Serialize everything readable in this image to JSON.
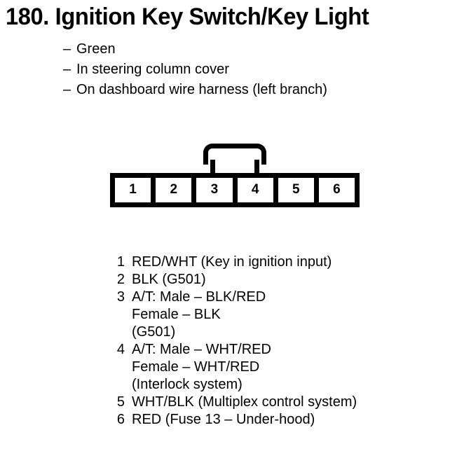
{
  "title": "180.  Ignition Key Switch/Key Light",
  "notes": {
    "dash": "–",
    "lines": [
      "Green",
      "In steering column cover",
      "On dashboard wire harness (left branch)"
    ]
  },
  "connector": {
    "cavities": [
      "1",
      "2",
      "3",
      "4",
      "5",
      "6"
    ]
  },
  "legend": [
    {
      "num": "1",
      "lines": [
        "RED/WHT (Key in ignition input)"
      ]
    },
    {
      "num": "2",
      "lines": [
        "BLK (G501)"
      ]
    },
    {
      "num": "3",
      "lines": [
        "A/T: Male – BLK/RED",
        "Female – BLK",
        "(G501)"
      ]
    },
    {
      "num": "4",
      "lines": [
        "A/T: Male – WHT/RED",
        "Female – WHT/RED",
        "(Interlock system)"
      ]
    },
    {
      "num": "5",
      "lines": [
        "WHT/BLK (Multiplex control system)"
      ]
    },
    {
      "num": "6",
      "lines": [
        "RED (Fuse 13 – Under-hood)"
      ]
    }
  ],
  "colors": {
    "ink": "#000000",
    "paper": "#ffffff"
  }
}
